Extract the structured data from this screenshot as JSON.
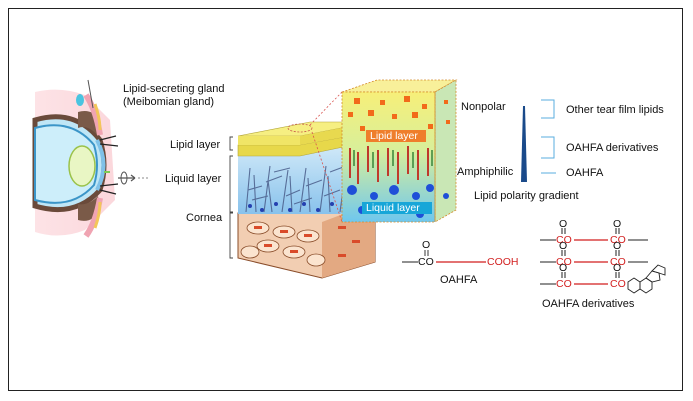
{
  "gland_label": {
    "line1": "Lipid-secreting gland",
    "line2": "(Meibomian gland)"
  },
  "layers": {
    "lipid": "Lipid layer",
    "liquid": "Liquid layer",
    "cornea": "Cornea"
  },
  "zoom": {
    "lipid": "Lipid layer",
    "liquid": "Liquid layer"
  },
  "polarity": {
    "nonpolar": "Nonpolar",
    "amphiphilic": "Amphiphilic",
    "gradient": "Lipid polarity gradient",
    "legend": [
      "Other tear film lipids",
      "OAHFA derivatives",
      "OAHFA"
    ]
  },
  "chem": {
    "oahfa_name": "OAHFA",
    "derivatives_name": "OAHFA derivatives",
    "o": "O",
    "co": "CO",
    "cooh": "COOH"
  },
  "colors": {
    "ester_red": "#d21f1f",
    "lipid_yellow": "#f2ea6a",
    "liquid_blue": "#8fd0ee",
    "marker_blue": "#1f4fd8",
    "marker_orange": "#f26a1a"
  }
}
